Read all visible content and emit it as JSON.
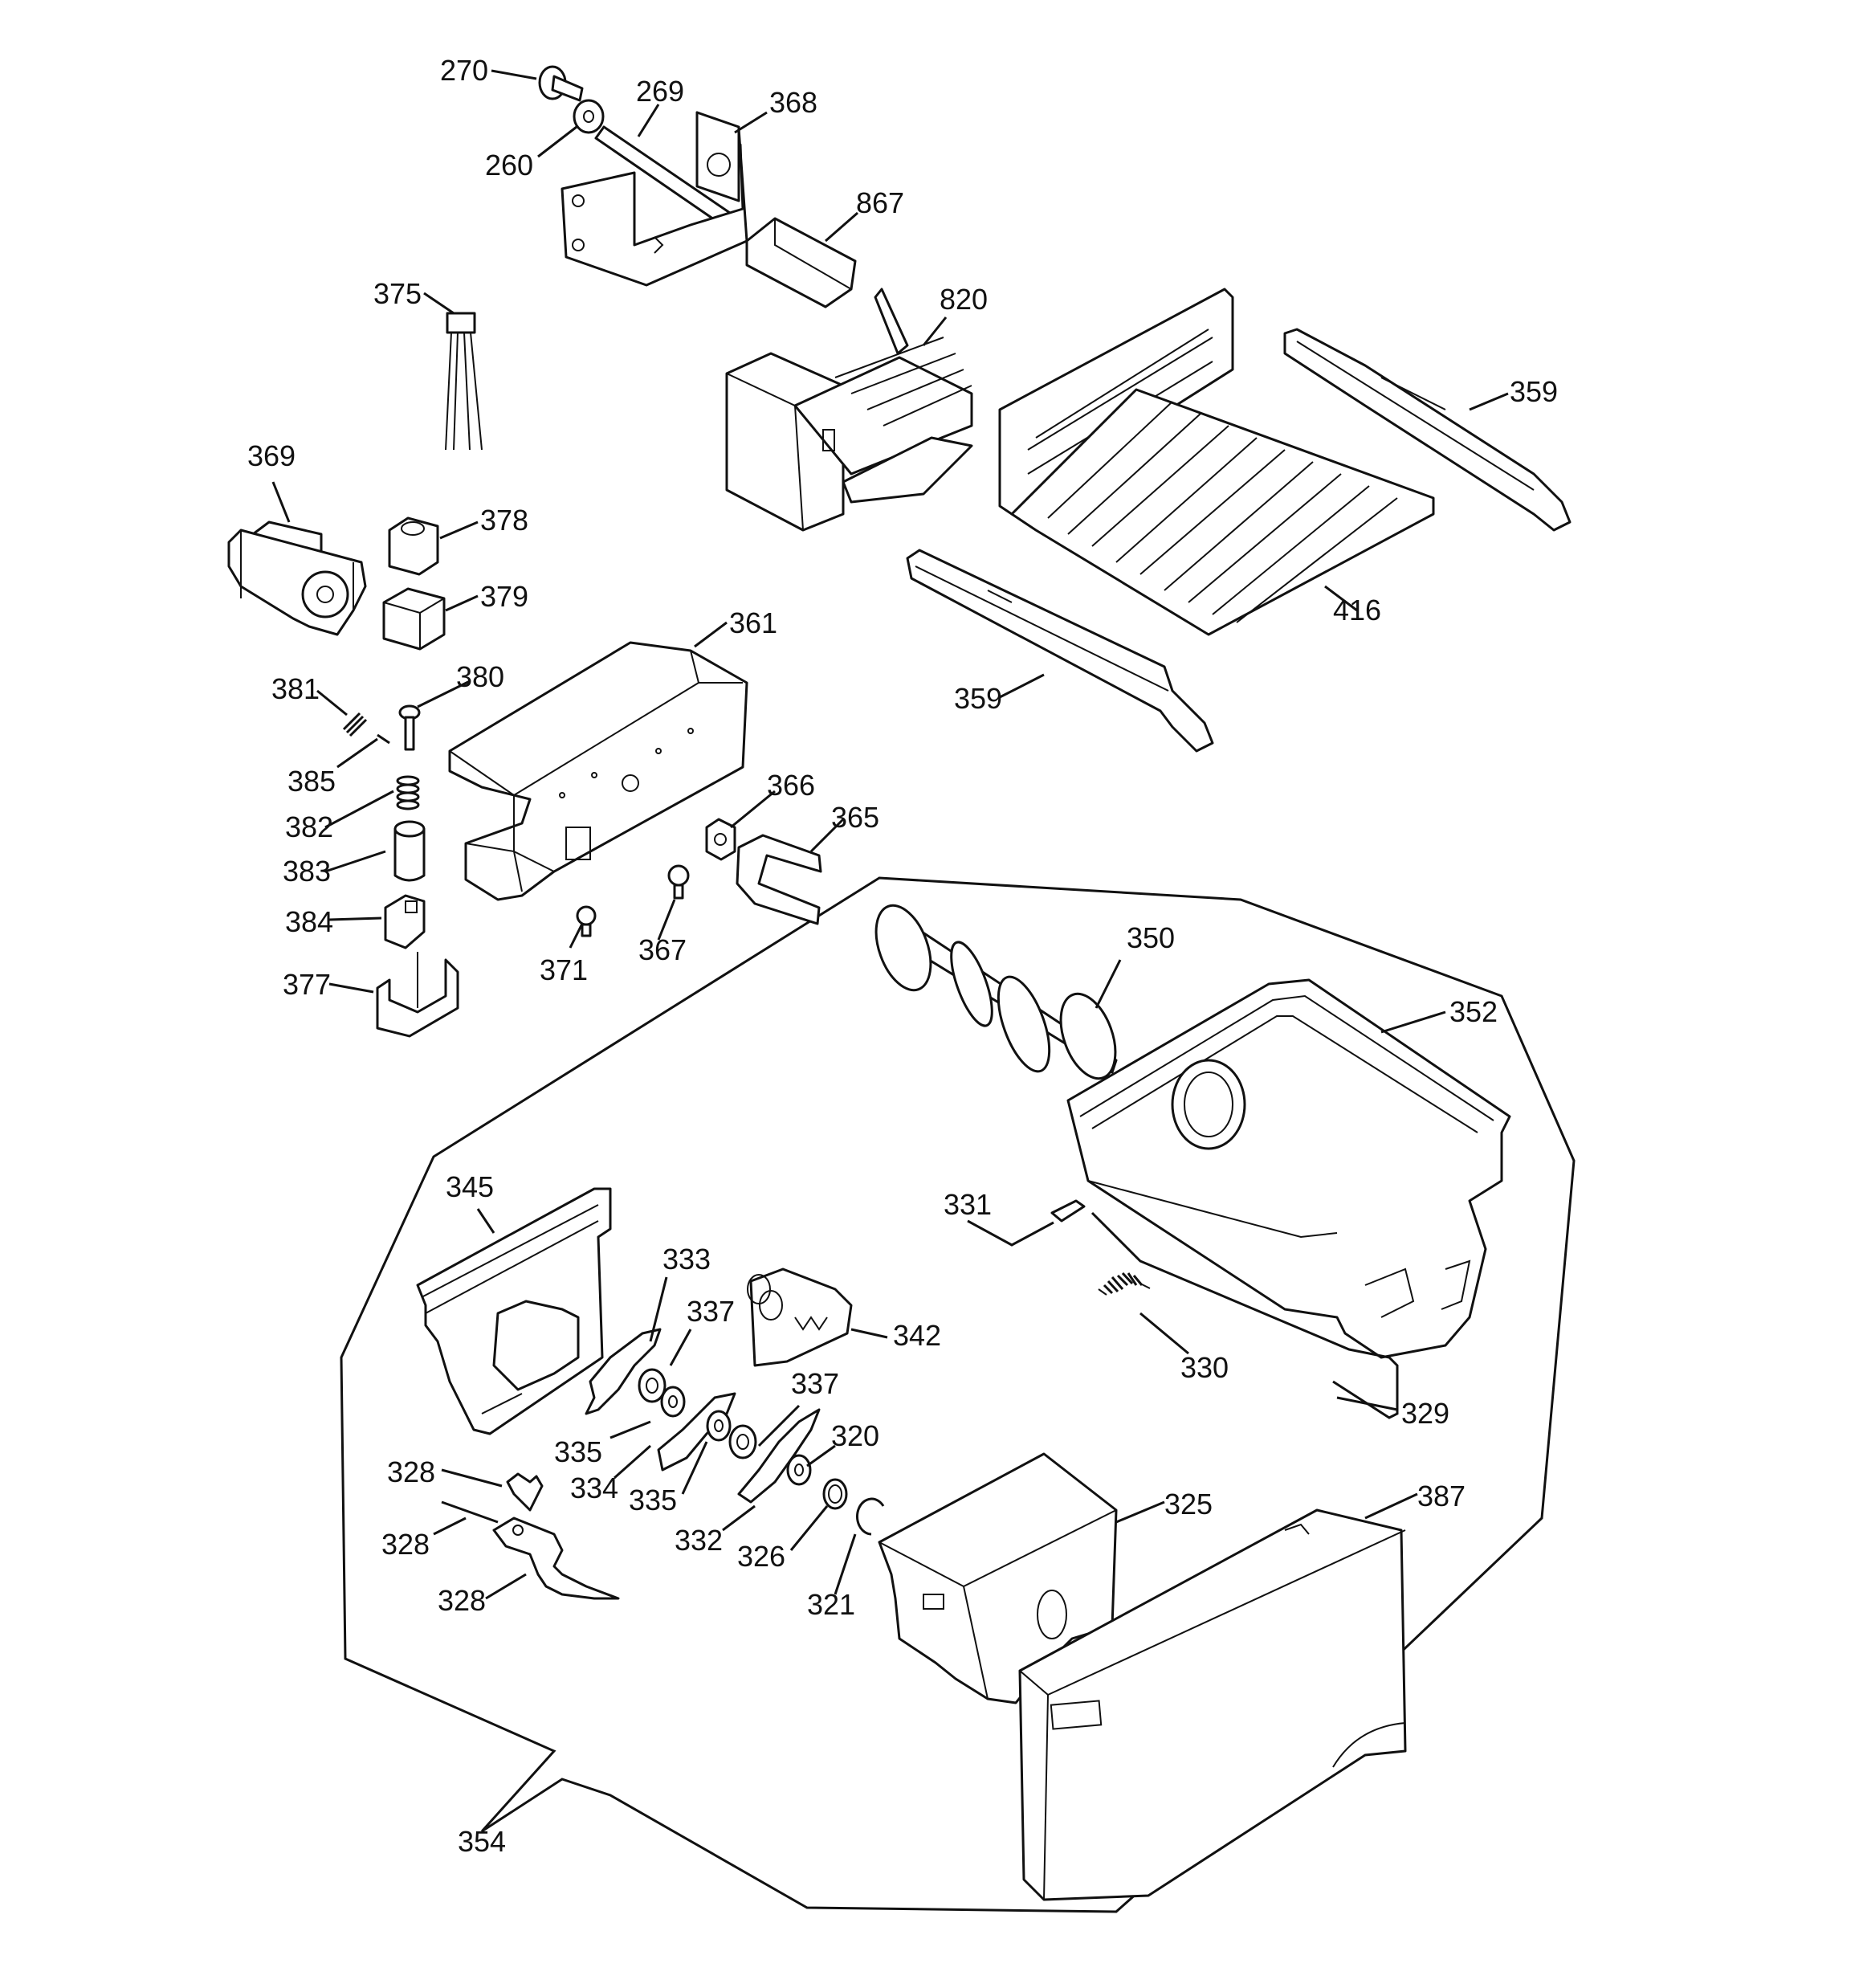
{
  "diagram": {
    "callouts": [
      {
        "id": "270",
        "label": "270"
      },
      {
        "id": "269",
        "label": "269"
      },
      {
        "id": "368",
        "label": "368"
      },
      {
        "id": "260",
        "label": "260"
      },
      {
        "id": "867",
        "label": "867"
      },
      {
        "id": "375",
        "label": "375"
      },
      {
        "id": "820",
        "label": "820"
      },
      {
        "id": "359a",
        "label": "359"
      },
      {
        "id": "369",
        "label": "369"
      },
      {
        "id": "378",
        "label": "378"
      },
      {
        "id": "379",
        "label": "379"
      },
      {
        "id": "416",
        "label": "416"
      },
      {
        "id": "361",
        "label": "361"
      },
      {
        "id": "381",
        "label": "381"
      },
      {
        "id": "380",
        "label": "380"
      },
      {
        "id": "359b",
        "label": "359"
      },
      {
        "id": "385",
        "label": "385"
      },
      {
        "id": "366",
        "label": "366"
      },
      {
        "id": "382",
        "label": "382"
      },
      {
        "id": "365",
        "label": "365"
      },
      {
        "id": "383",
        "label": "383"
      },
      {
        "id": "384",
        "label": "384"
      },
      {
        "id": "367",
        "label": "367"
      },
      {
        "id": "371",
        "label": "371"
      },
      {
        "id": "350",
        "label": "350"
      },
      {
        "id": "377",
        "label": "377"
      },
      {
        "id": "352",
        "label": "352"
      },
      {
        "id": "345",
        "label": "345"
      },
      {
        "id": "331",
        "label": "331"
      },
      {
        "id": "333",
        "label": "333"
      },
      {
        "id": "337a",
        "label": "337"
      },
      {
        "id": "342",
        "label": "342"
      },
      {
        "id": "330",
        "label": "330"
      },
      {
        "id": "337b",
        "label": "337"
      },
      {
        "id": "335a",
        "label": "335"
      },
      {
        "id": "329",
        "label": "329"
      },
      {
        "id": "320",
        "label": "320"
      },
      {
        "id": "334",
        "label": "334"
      },
      {
        "id": "328a",
        "label": "328"
      },
      {
        "id": "335b",
        "label": "335"
      },
      {
        "id": "325",
        "label": "325"
      },
      {
        "id": "387",
        "label": "387"
      },
      {
        "id": "332",
        "label": "332"
      },
      {
        "id": "328b",
        "label": "328"
      },
      {
        "id": "326",
        "label": "326"
      },
      {
        "id": "328c",
        "label": "328"
      },
      {
        "id": "321",
        "label": "321"
      },
      {
        "id": "354",
        "label": "354"
      }
    ]
  }
}
